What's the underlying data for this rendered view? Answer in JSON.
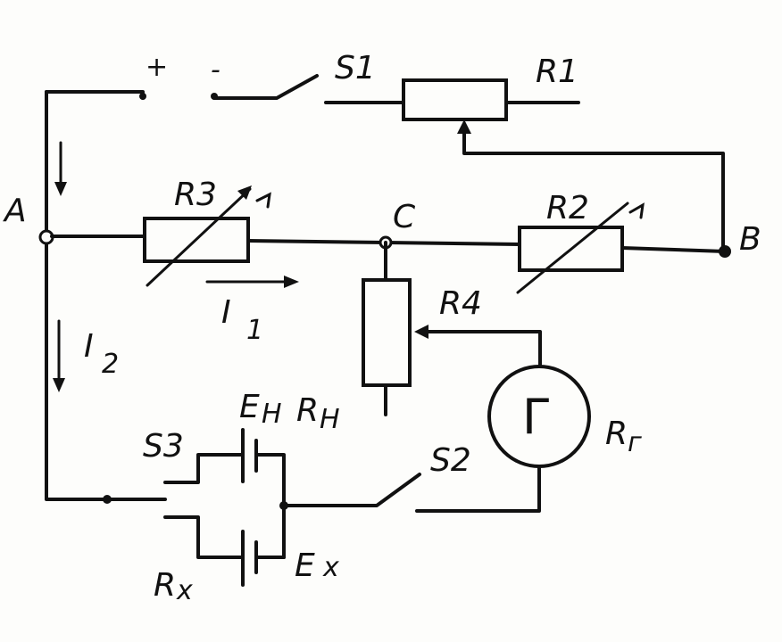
{
  "diagram": {
    "nodes": {
      "a": "A",
      "b": "B",
      "c": "C"
    },
    "switches": {
      "s1": "S1",
      "s2": "S2",
      "s3": "S3"
    },
    "resistors": {
      "r1": "R1",
      "r2": "R2",
      "r3": "R3",
      "r4": "R4"
    },
    "currents": {
      "i1": "I",
      "i1_sub": "1",
      "i2": "I",
      "i2_sub": "2"
    },
    "sources": {
      "en": "E",
      "en_sub": "H",
      "rn": "R",
      "rn_sub": "H",
      "ex": "E",
      "ex_sub": "x",
      "rx": "R",
      "rx_sub": "x"
    },
    "galvanometer": {
      "symbol": "Г",
      "r": "R",
      "r_sub": "г"
    },
    "polarity": {
      "plus": "+",
      "minus": "-"
    }
  }
}
